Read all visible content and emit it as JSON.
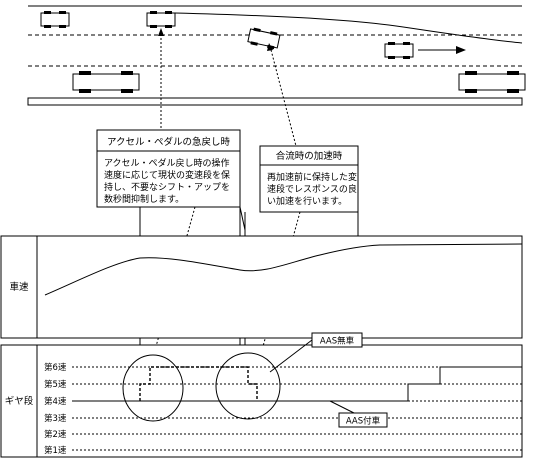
{
  "callouts": {
    "release": {
      "title": "アクセル・ペダルの急戻し時",
      "lines": [
        "アクセル・ペダル戻し時の操作",
        "速度に応じて現状の変速段を保",
        "持し、不要なシフト・アップを",
        "数秒間抑制します。"
      ]
    },
    "merge": {
      "title": "合流時の加速時",
      "lines": [
        "再加速前に保持した変",
        "速段でレスポンスの良",
        "い加速を行います。"
      ]
    }
  },
  "panels": {
    "speed_label": "車速",
    "gear_label": "ギヤ段"
  },
  "gears": [
    "第6速",
    "第5速",
    "第4速",
    "第3速",
    "第2速",
    "第1速"
  ],
  "labels": {
    "without_aas": "AAS無車",
    "with_aas": "AAS付車"
  }
}
